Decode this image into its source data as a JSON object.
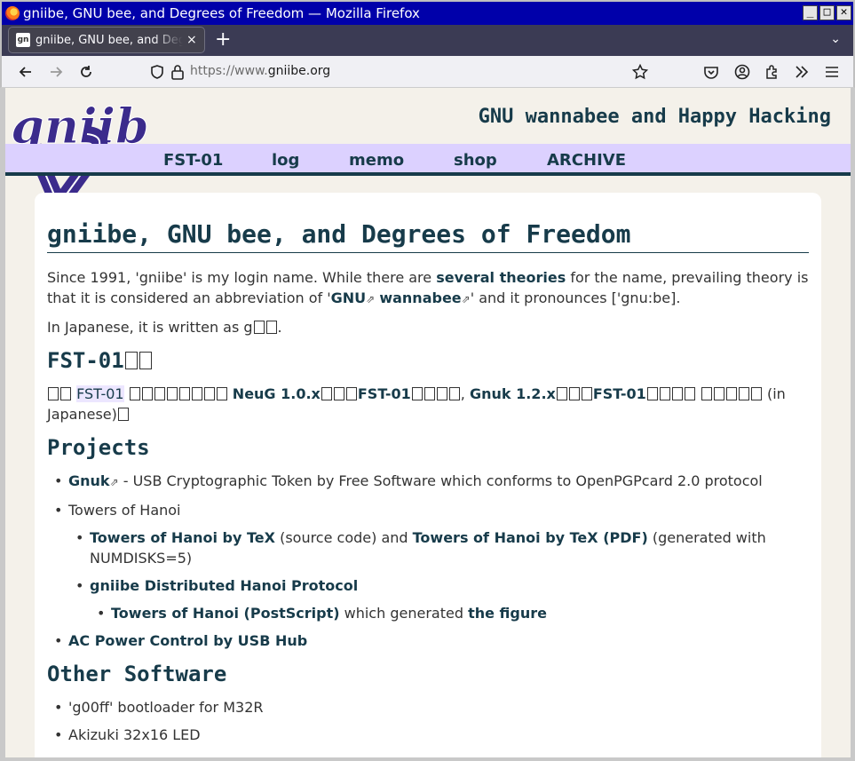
{
  "window": {
    "title": "gniibe, GNU bee, and Degrees of Freedom — Mozilla Firefox",
    "minimize": "_",
    "maximize": "□",
    "close": "✕"
  },
  "tabs": [
    {
      "label": "gniibe, GNU bee, and Degrees of Freedom",
      "close": "×"
    }
  ],
  "new_tab": "+",
  "tab_list": "⌄",
  "urlbar": {
    "prefix": "https://www.",
    "domain": "gniibe.org"
  },
  "site": {
    "logo_text": "gniibe",
    "tagline": "GNU wannabee and Happy Hacking",
    "menu": [
      "FST-01",
      "log",
      "memo",
      "shop",
      "ARCHIVE"
    ]
  },
  "article": {
    "heading": "gniibe, GNU bee, and Degrees of Freedom",
    "intro": {
      "t1": "Since 1991, 'gniibe' is my login name. While there are ",
      "b1": "several theories",
      "t2": " for the name, prevailing theory is that it is considered an abbreviation of '",
      "b2": "GNU",
      "b3": "wannabee",
      "t3": "' and it pronounces ['gnu:be]."
    },
    "japanese": "In Japanese, it is written as g",
    "fst_heading": "FST-01",
    "fst": {
      "link": "FST-01",
      "neug": "NeuG 1.0.x",
      "fst1": "FST-01",
      "gnuk": "Gnuk 1.2.x",
      "fst2": "FST-01",
      "jp": "(in Japanese)"
    },
    "projects_heading": "Projects",
    "projects": {
      "gnuk": "Gnuk",
      "gnuk_desc": " - USB Cryptographic Token by Free Software which conforms to OpenPGPcard 2.0 protocol",
      "hanoi": "Towers of Hanoi",
      "hanoi_tex": "Towers of Hanoi by TeX",
      "hanoi_src": " (source code) and ",
      "hanoi_pdf": "Towers of Hanoi by TeX (PDF)",
      "hanoi_gen": " (generated with NUMDISKS=5)",
      "gdhp": "gniibe Distributed Hanoi Protocol",
      "hanoi_ps": "Towers of Hanoi (PostScript)",
      "which": " which generated ",
      "figure": "the figure",
      "acpower": "AC Power Control by USB Hub"
    },
    "other_heading": "Other Software",
    "other": [
      "'g00ff' bootloader for M32R",
      "Akizuki 32x16 LED"
    ]
  }
}
